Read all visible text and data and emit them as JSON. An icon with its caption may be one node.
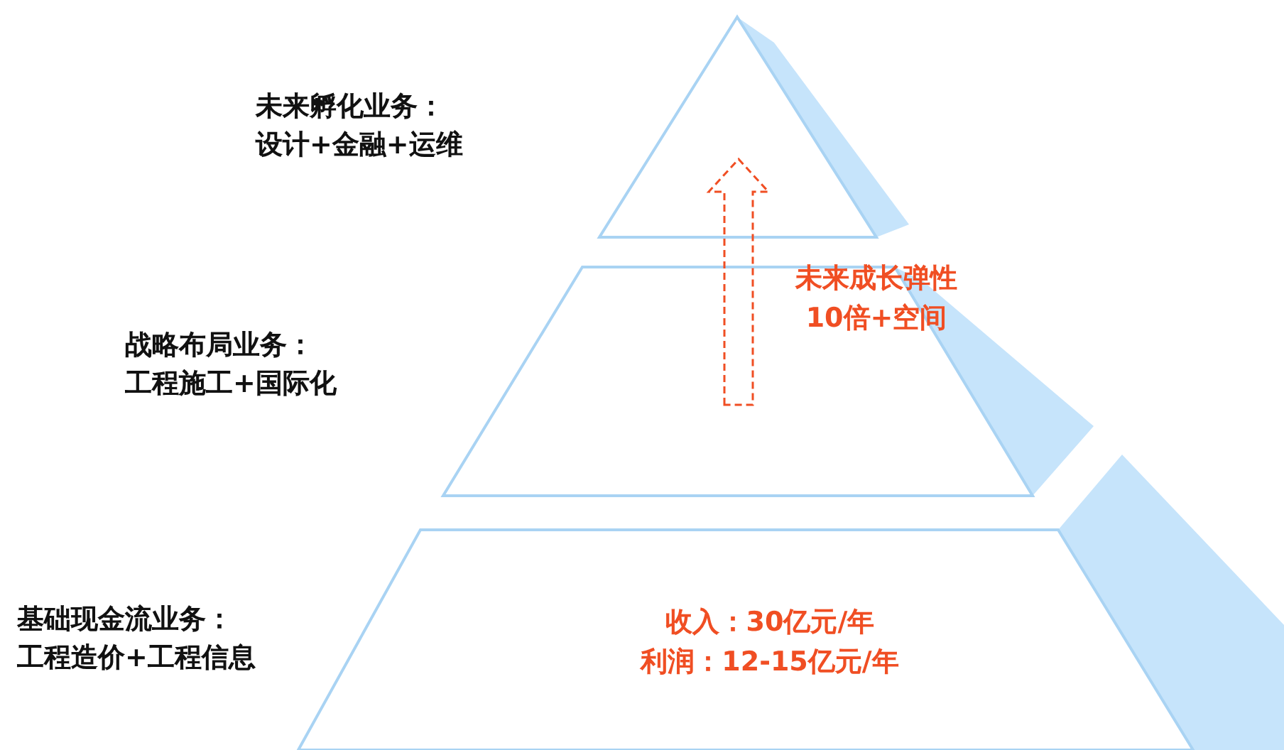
{
  "diagram": {
    "nodes": [
      {
        "text": [],
        "shape": "triangle",
        "beside": [
          "未来孵化业务：",
          "设计+金融+运维"
        ]
      },
      {
        "text": [
          "未来成长弹性10倍+空间"
        ],
        "beside": [
          "战略布局业务：",
          "工程施工+国际化"
        ]
      },
      {
        "text": [
          "收入：30亿元/年",
          "利润：12-15亿元/年"
        ],
        "beside": [
          "基础现金流业务：",
          "工程造价+工程信息"
        ]
      }
    ],
    "edges": []
  }
}
